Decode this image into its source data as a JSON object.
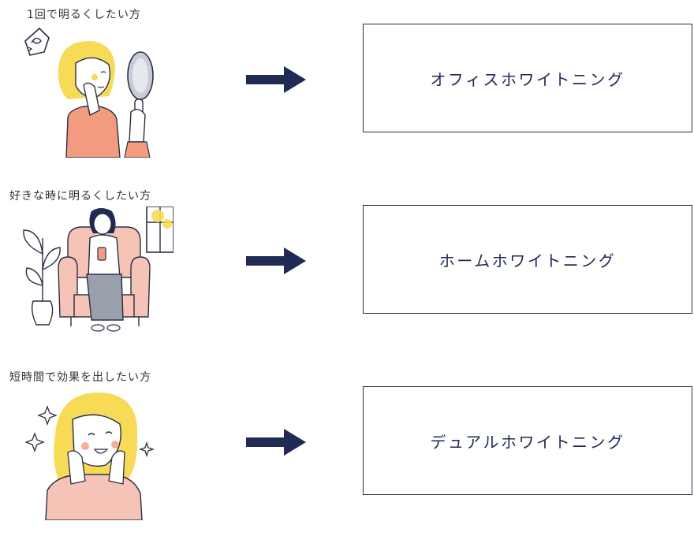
{
  "colors": {
    "navy": "#1f2a55",
    "yellow": "#f7da55",
    "salmon": "#f29b7e",
    "pink": "#f6c4b6",
    "line": "#2a2f45"
  },
  "rows": [
    {
      "caption": "1回で明るくしたい方",
      "illustration": "woman-looking-in-hand-mirror",
      "arrow_icon": "right-arrow-icon",
      "result": "オフィスホワイトニング"
    },
    {
      "caption": "好きな時に明るくしたい方",
      "illustration": "woman-relaxing-in-armchair",
      "arrow_icon": "right-arrow-icon",
      "result": "ホームホワイトニング"
    },
    {
      "caption": "短時間で効果を出したい方",
      "illustration": "smiling-woman-with-sparkles",
      "arrow_icon": "right-arrow-icon",
      "result": "デュアルホワイトニング"
    }
  ]
}
